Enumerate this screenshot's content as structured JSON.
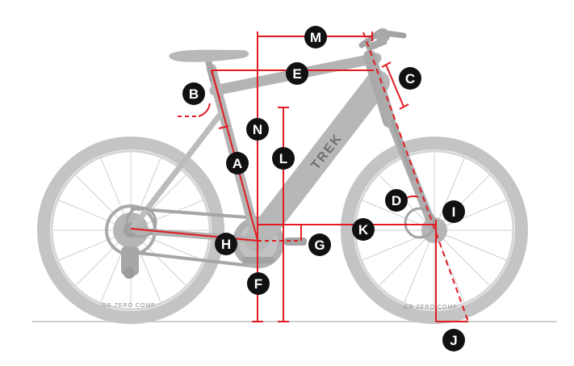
{
  "bike": {
    "brand_mark": "TREK",
    "tire_text_rear": "GR ZERO COMP",
    "tire_text_front": "GR ZERO COMP"
  },
  "measurements": [
    {
      "letter": "A"
    },
    {
      "letter": "B"
    },
    {
      "letter": "C"
    },
    {
      "letter": "D"
    },
    {
      "letter": "E"
    },
    {
      "letter": "F"
    },
    {
      "letter": "G"
    },
    {
      "letter": "H"
    },
    {
      "letter": "I"
    },
    {
      "letter": "J"
    },
    {
      "letter": "K"
    },
    {
      "letter": "L"
    },
    {
      "letter": "M"
    },
    {
      "letter": "N"
    }
  ],
  "colors": {
    "measure_red": "#e11b22",
    "callout_bg": "#111111",
    "bike_gray": "#bdbdbd",
    "bike_dark": "#9a9a9a",
    "ground": "#cfcfcf"
  }
}
